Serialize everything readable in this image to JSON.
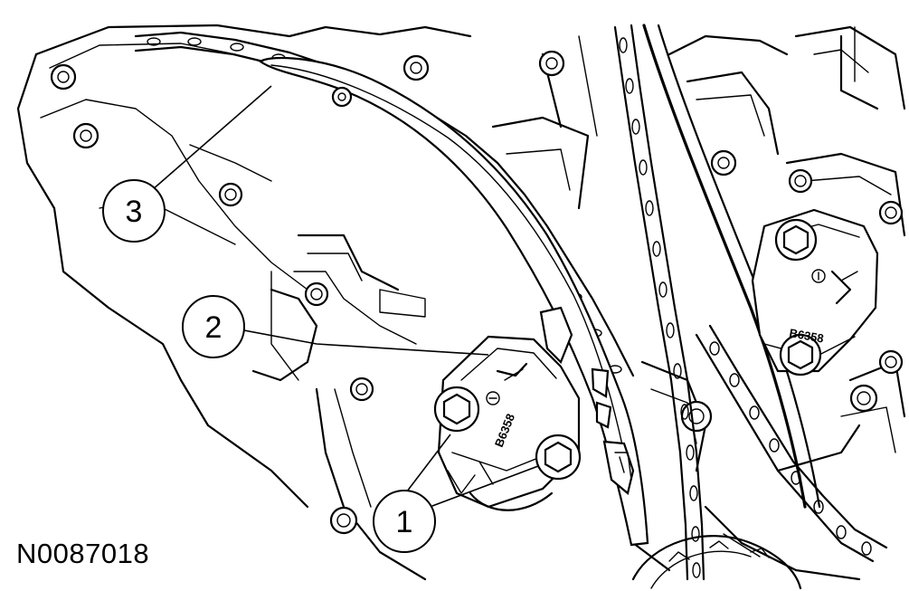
{
  "diagram": {
    "reference_id": "N0087018",
    "callouts": [
      {
        "label": "1"
      },
      {
        "label": "2"
      },
      {
        "label": "3"
      }
    ],
    "part_stamps": [
      {
        "text": "B6358"
      },
      {
        "text": "B6358"
      }
    ],
    "colors": {
      "line": "#000000",
      "background": "#ffffff"
    }
  }
}
